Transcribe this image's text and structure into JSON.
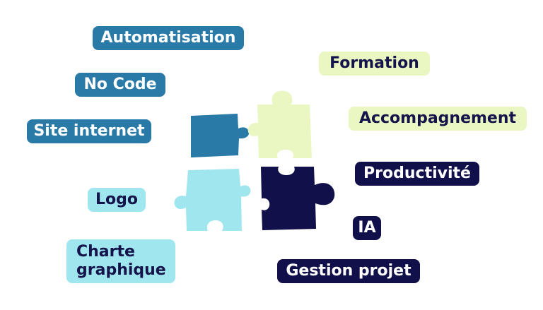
{
  "colors": {
    "blue": "#2a7aa8",
    "lime": "#eaf7c2",
    "navy": "#11104a",
    "aqua": "#9fe6ef"
  },
  "left_tags": {
    "automatisation": "Automatisation",
    "no_code": "No Code",
    "site_internet": "Site internet",
    "logo": "Logo",
    "charte_line1": "Charte",
    "charte_line2": "graphique"
  },
  "right_tags": {
    "formation": "Formation",
    "accompagnement": "Accompagnement",
    "productivite": "Productivité",
    "ia": "IA",
    "gestion_projet": "Gestion projet"
  },
  "puzzle": {
    "pieces": [
      {
        "name": "blue-piece",
        "color": "#2a7aa8"
      },
      {
        "name": "lime-piece",
        "color": "#eaf7c2"
      },
      {
        "name": "aqua-piece",
        "color": "#9fe6ef"
      },
      {
        "name": "navy-piece",
        "color": "#11104a"
      }
    ]
  }
}
